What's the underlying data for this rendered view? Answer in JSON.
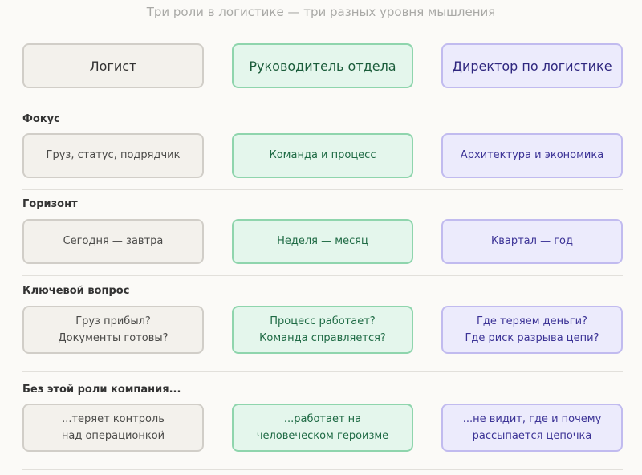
{
  "title": "Три роли в логистике — три разных уровня мышления",
  "roles": [
    "Логист",
    "Руководитель отдела",
    "Директор по логистике"
  ],
  "sections": [
    {
      "label": "Фокус",
      "cells": [
        [
          "Груз, статус, подрядчик"
        ],
        [
          "Команда и процесс"
        ],
        [
          "Архитектура и экономика"
        ]
      ]
    },
    {
      "label": "Горизонт",
      "cells": [
        [
          "Сегодня — завтра"
        ],
        [
          "Неделя — месяц"
        ],
        [
          "Квартал — год"
        ]
      ]
    },
    {
      "label": "Ключевой вопрос",
      "cells": [
        [
          "Груз прибыл?",
          "Документы готовы?"
        ],
        [
          "Процесс работает?",
          "Команда справляется?"
        ],
        [
          "Где теряем деньги?",
          "Где риск разрыва цепи?"
        ]
      ]
    },
    {
      "label": "Без этой роли компания...",
      "cells": [
        [
          "...теряет контроль",
          "над операционкой"
        ],
        [
          "...работает на",
          "человеческом героизме"
        ],
        [
          "...не видит, где и почему",
          "рассыпается цепочка"
        ]
      ]
    }
  ]
}
